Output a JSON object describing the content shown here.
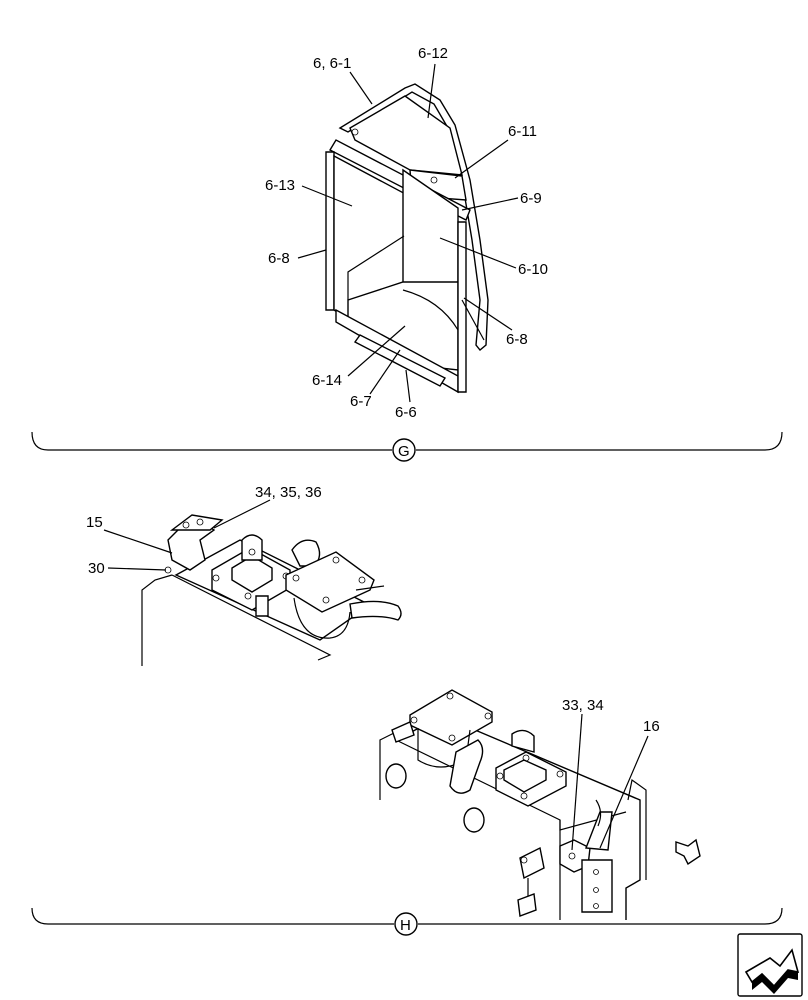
{
  "section_g": {
    "marker": "G",
    "labels": {
      "l1": "6, 6-1",
      "l2": "6-12",
      "l3": "6-11",
      "l4": "6-13",
      "l5": "6-9",
      "l6": "6-8",
      "l7": "6-10",
      "l8": "6-8",
      "l9": "6-14",
      "l10": "6-7",
      "l11": "6-6"
    }
  },
  "section_h": {
    "marker": "H",
    "labels": {
      "l1": "34, 35, 36",
      "l2": "15",
      "l3": "30",
      "l4": "33, 34",
      "l5": "16"
    }
  },
  "colors": {
    "ink": "#000000",
    "paper": "#ffffff"
  },
  "icons": [
    "direction-arrow-icon",
    "navigation-arrow-icon"
  ]
}
